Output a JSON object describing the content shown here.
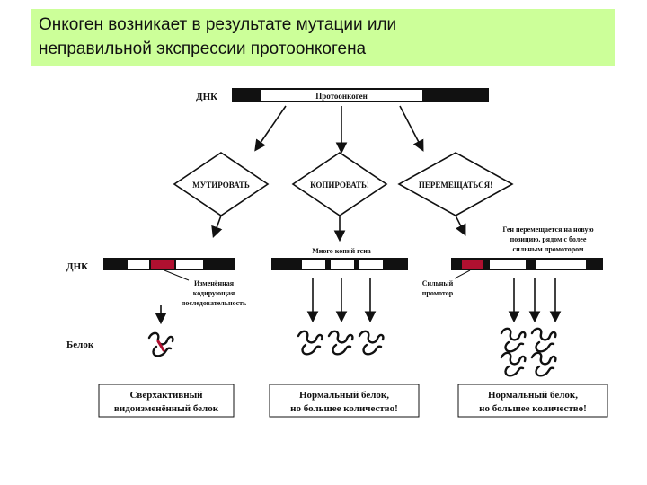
{
  "title": {
    "line1": "Онкоген возникает в результате мутации или",
    "line2": "неправильной экспрессии протоонкогена"
  },
  "dna_label": "ДНК",
  "proto_label": "Протоонкоген",
  "decisions": {
    "mutate": "МУТИРОВАТЬ",
    "copy": "КОПИРОВАТЬ!",
    "move": "ПЕРЕМЕЩАТЬСЯ!"
  },
  "annotations": {
    "many_copies": "Много копий гена",
    "gene_moves": [
      "Ген перемещается на новую",
      "позицию, рядом с более",
      "сильным промотором"
    ],
    "changed_seq": [
      "Изменённая",
      "кодирующая",
      "последовательность"
    ],
    "strong_promoter": [
      "Сильный",
      "промотор"
    ]
  },
  "protein_label": "Белок",
  "outcomes": {
    "left": [
      "Сверхактивный",
      "видоизменённый белок"
    ],
    "middle": [
      "Нормальный белок,",
      "но большее количество!"
    ],
    "right": [
      "Нормальный белок,",
      "но большее количество!"
    ]
  },
  "colors": {
    "title_bg": "#ccff99",
    "mutation_red": "#b01030",
    "ink": "#111111"
  }
}
